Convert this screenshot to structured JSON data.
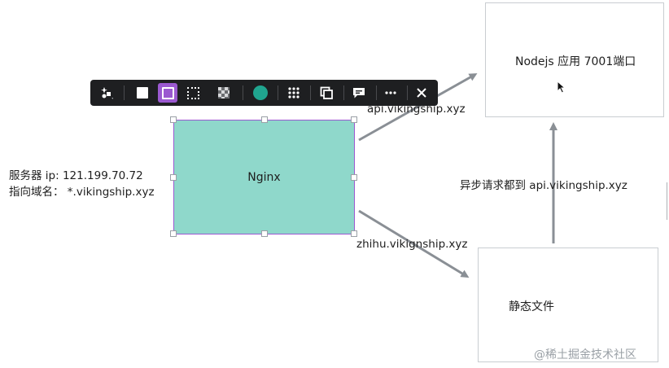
{
  "diagram": {
    "nodejs_box": {
      "label": "Nodejs 应用 7001端口"
    },
    "static_box": {
      "label": "静态文件"
    },
    "nginx_box": {
      "label": "Nginx"
    },
    "server_info": {
      "line1": "服务器 ip: 121.199.70.72",
      "line2": "指向域名： *.vikingship.xyz"
    },
    "edges": {
      "api_label": "api.vikingship.xyz",
      "zhihu_label": "zhihu.vikignship.xyz",
      "async_label": "异步请求都到 api.vikingship.xyz"
    }
  },
  "toolbar": {
    "tools": [
      "shape-style-icon",
      "fill-solid-icon",
      "fill-outline-icon",
      "fill-dashed-icon",
      "fill-pattern-icon",
      "color-swatch-icon",
      "grid-icon",
      "duplicate-icon",
      "comment-icon",
      "more-icon",
      "close-icon"
    ],
    "selected_tool": "fill-outline-icon",
    "swatch_color": "#20a58f",
    "accent_color": "#9b59d0"
  },
  "watermark": "@稀土掘金技术社区",
  "colors": {
    "nginx_fill": "#8fd8cb",
    "nginx_border": "#9b59d0",
    "arrow": "#8a8f95",
    "box_border": "#c9cdd1"
  }
}
